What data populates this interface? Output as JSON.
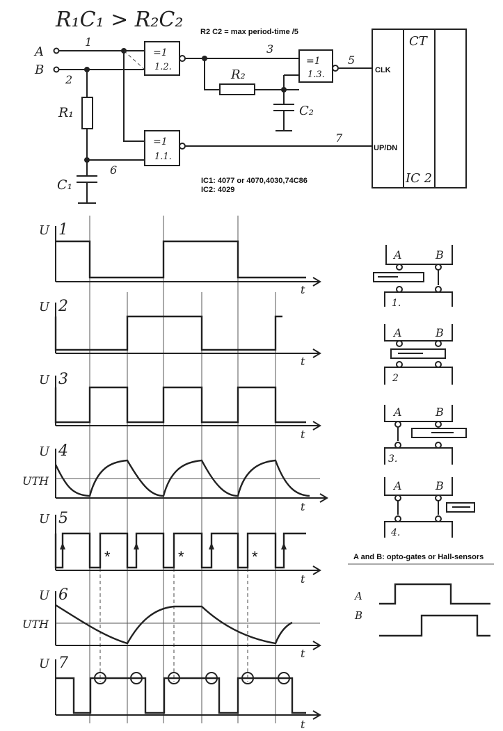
{
  "circuit": {
    "formula": "R₁C₁ > R₂C₂",
    "note_rc": "R2 C2 = max period-time /5",
    "input_a": "A",
    "input_b": "B",
    "node_1": "1",
    "node_2": "2",
    "node_3": "3",
    "node_5": "5",
    "node_6": "6",
    "node_7": "7",
    "r1": "R₁",
    "c1": "C₁",
    "r2": "R₂",
    "c2": "C₂",
    "gate_symbol": "=1",
    "gate_12": "1.2.",
    "gate_13": "1.3.",
    "gate_11": "1.1.",
    "ic2_ct": "CT",
    "ic2_name": "IC 2",
    "clk_label": "CLK",
    "updn_label": "UP/DN",
    "ic1_note": "IC1: 4077 or 4070,4030,74C86",
    "ic2_note": "IC2: 4029"
  },
  "timing": {
    "u_label": "U",
    "t_label": "t",
    "uth_label": "UTH",
    "star": "*",
    "traces": [
      "1",
      "2",
      "3",
      "4",
      "5",
      "6",
      "7"
    ]
  },
  "sensors": {
    "a_label": "A",
    "b_label": "B",
    "steps": [
      "1.",
      "2",
      "3.",
      "4."
    ],
    "caption": "A and B: opto-gates or Hall-sensors",
    "wave_a": "A",
    "wave_b": "B"
  }
}
